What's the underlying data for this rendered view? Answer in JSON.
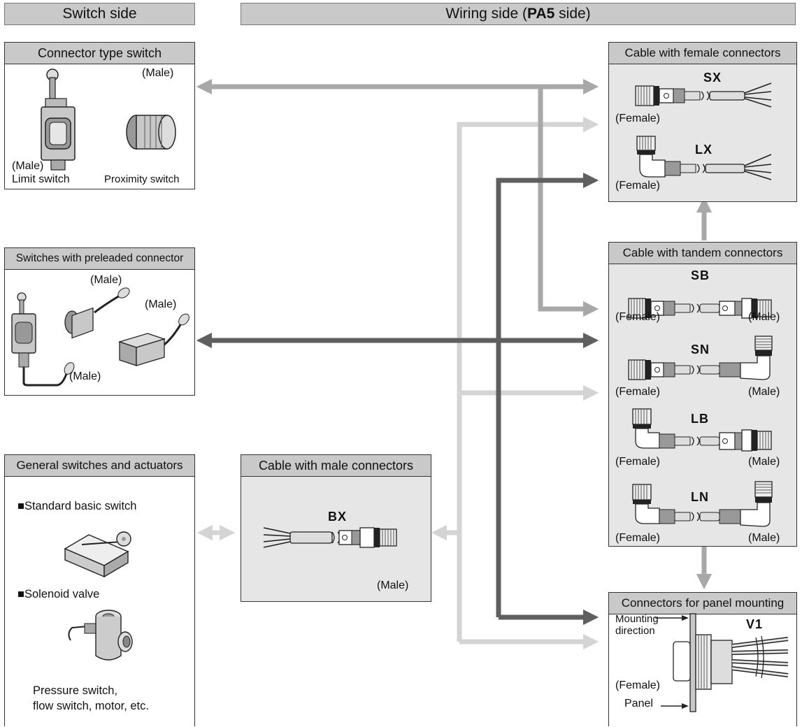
{
  "headers": {
    "switch_side": "Switch side",
    "wiring_side_pre": "Wiring side (",
    "wiring_side_bold": "PA5",
    "wiring_side_post": " side)"
  },
  "connector_type_switch": {
    "title": "Connector type switch",
    "male_top": "(Male)",
    "male_left": "(Male)",
    "limit_switch": "Limit switch",
    "proximity_switch": "Proximity switch"
  },
  "preleaded": {
    "title": "Switches with preleaded connector",
    "male_1": "(Male)",
    "male_2": "(Male)",
    "male_3": "(Male)"
  },
  "general": {
    "title": "General switches and actuators",
    "standard_basic_switch": "■Standard basic switch",
    "solenoid_valve": "■Solenoid valve",
    "note_line1": "Pressure switch,",
    "note_line2": "flow switch, motor, etc."
  },
  "male_cable": {
    "title": "Cable with male connectors",
    "code": "BX",
    "male": "(Male)"
  },
  "female_cable": {
    "title": "Cable with female connectors",
    "sx": "SX",
    "lx": "LX",
    "female_1": "(Female)",
    "female_2": "(Female)"
  },
  "tandem_cable": {
    "title": "Cable with tandem connectors",
    "sb": "SB",
    "sn": "SN",
    "lb": "LB",
    "ln": "LN",
    "female": "(Female)",
    "male": "(Male)"
  },
  "panel": {
    "title": "Connectors for panel mounting",
    "code": "V1",
    "mounting": "Mounting",
    "direction": "direction",
    "female": "(Female)",
    "panel_label": "Panel"
  },
  "colors": {
    "dark_arrow": "#5f5f5f",
    "mid_arrow": "#a8a8a8",
    "light_arrow": "#d4d4d4",
    "header_fill": "#c9c9c9"
  }
}
